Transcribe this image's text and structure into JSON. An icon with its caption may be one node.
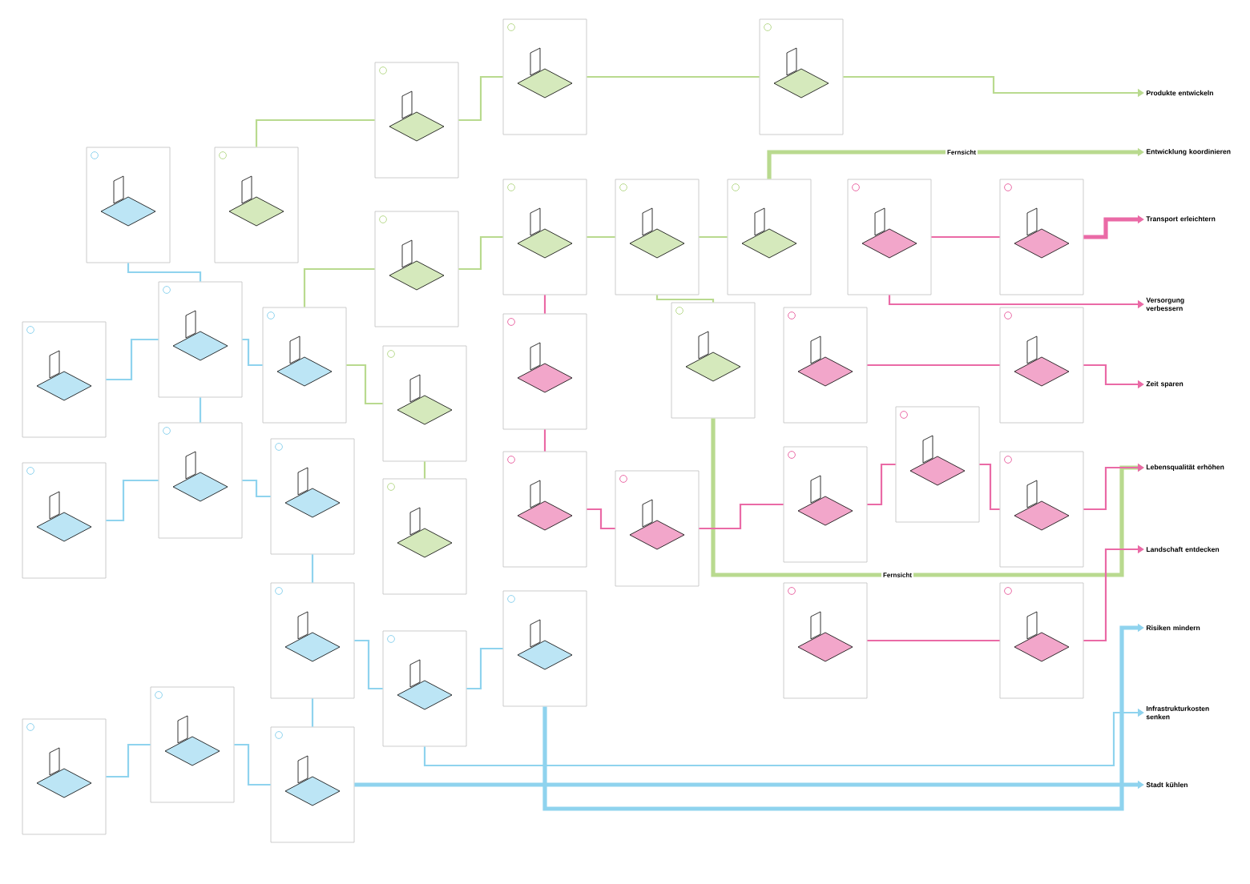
{
  "diagram": {
    "nodes": [
      {
        "text": [],
        "shape": "box"
      },
      {
        "text": [],
        "shape": "box"
      },
      {
        "text": [],
        "shape": "box"
      },
      {
        "text": [],
        "shape": "box"
      },
      {
        "text": [],
        "shape": "box"
      },
      {
        "text": [],
        "shape": "box"
      },
      {
        "text": [],
        "shape": "box"
      },
      {
        "text": [],
        "shape": "box"
      },
      {
        "text": [],
        "shape": "box"
      },
      {
        "text": [],
        "shape": "box"
      },
      {
        "text": [],
        "shape": "box"
      },
      {
        "text": [],
        "shape": "box"
      },
      {
        "text": [],
        "shape": "box"
      },
      {
        "text": [],
        "shape": "box"
      },
      {
        "text": [],
        "shape": "box"
      },
      {
        "text": [],
        "shape": "box"
      },
      {
        "text": [],
        "shape": "box"
      },
      {
        "text": [],
        "shape": "box"
      },
      {
        "text": [],
        "shape": "box"
      },
      {
        "text": [],
        "shape": "box"
      },
      {
        "text": [],
        "shape": "box"
      },
      {
        "text": [],
        "shape": "box"
      },
      {
        "text": [],
        "shape": "box"
      },
      {
        "text": [],
        "shape": "box"
      },
      {
        "text": [],
        "shape": "box"
      },
      {
        "text": [],
        "shape": "box"
      },
      {
        "text": [],
        "shape": "box"
      },
      {
        "text": [],
        "shape": "box"
      },
      {
        "text": [],
        "shape": "box"
      },
      {
        "text": [],
        "shape": "box"
      },
      {
        "text": [],
        "shape": "box"
      },
      {
        "text": [],
        "shape": "box"
      },
      {
        "text": [],
        "shape": "box"
      },
      {
        "text": [],
        "shape": "box"
      },
      {
        "text": [],
        "shape": "box"
      },
      {
        "text": [],
        "shape": "box"
      },
      {
        "text": [
          "Produkte entwickeln"
        ]
      },
      {
        "text": [
          "Entwicklung koordinieren"
        ]
      },
      {
        "text": [
          "Transport erleichtern"
        ]
      },
      {
        "text": [
          "Versorgung verbessern"
        ]
      },
      {
        "text": [
          "Zeit sparen"
        ]
      },
      {
        "text": [
          "Lebensqualität erhöhen"
        ]
      },
      {
        "text": [
          "Landschaft entdecken"
        ]
      },
      {
        "text": [
          "Risiken mindern"
        ]
      },
      {
        "text": [
          "Infrastrukturkosten senken"
        ]
      },
      {
        "text": [
          "Stadt kühlen"
        ]
      }
    ],
    "edges": [
      {
        "from": 33,
        "to": 34,
        "arrow": "none"
      },
      {
        "from": 34,
        "to": 35,
        "arrow": "none"
      },
      {
        "from": 35,
        "to": 28,
        "arrow": "none"
      },
      {
        "from": 28,
        "to": 29,
        "arrow": "none"
      },
      {
        "from": 29,
        "to": 30,
        "arrow": "none"
      },
      {
        "from": 19,
        "to": 20,
        "arrow": "none"
      },
      {
        "from": 11,
        "to": 12,
        "arrow": "none"
      },
      {
        "from": 0,
        "to": 12,
        "arrow": "none"
      },
      {
        "from": 12,
        "to": 20,
        "arrow": "none"
      },
      {
        "from": 20,
        "to": 21,
        "arrow": "none"
      },
      {
        "from": 21,
        "to": 28,
        "arrow": "none"
      },
      {
        "from": 30,
        "to": 43,
        "arrow": "to",
        "style": "thick"
      },
      {
        "from": 35,
        "to": 45,
        "arrow": "to",
        "style": "thick"
      },
      {
        "from": 29,
        "to": 44,
        "arrow": "to"
      },
      {
        "from": 12,
        "to": 13,
        "arrow": "none"
      },
      {
        "from": 1,
        "to": 2,
        "arrow": "none",
        "color": "#b9da8f"
      },
      {
        "from": 2,
        "to": 3,
        "arrow": "none",
        "color": "#b9da8f"
      },
      {
        "from": 3,
        "to": 4,
        "arrow": "none",
        "color": "#b9da8f"
      },
      {
        "from": 5,
        "to": 6,
        "arrow": "none",
        "color": "#b9da8f"
      },
      {
        "from": 6,
        "to": 7,
        "arrow": "none",
        "color": "#b9da8f"
      },
      {
        "from": 7,
        "to": 8,
        "arrow": "none",
        "color": "#b9da8f"
      },
      {
        "from": 13,
        "to": 14,
        "arrow": "none",
        "color": "#b9da8f"
      },
      {
        "from": 14,
        "to": 22,
        "arrow": "none",
        "color": "#b9da8f"
      },
      {
        "from": 4,
        "to": 36,
        "arrow": "to",
        "color": "#b9da8f"
      },
      {
        "from": 8,
        "to": 37,
        "arrow": "to",
        "color": "#b9da8f",
        "style": "thick"
      },
      {
        "from": 16,
        "to": 41,
        "arrow": "to",
        "color": "#b9da8f",
        "style": "thick"
      },
      {
        "from": 13,
        "to": 5,
        "arrow": "none",
        "color": "#b9da8f"
      },
      {
        "from": 7,
        "to": 16,
        "arrow": "none",
        "color": "#b9da8f"
      },
      {
        "from": 9,
        "to": 10,
        "arrow": "none",
        "color": "#ea6aa6"
      },
      {
        "from": 10,
        "to": 38,
        "arrow": "to",
        "color": "#ea6aa6",
        "style": "thick"
      },
      {
        "from": 9,
        "to": 39,
        "arrow": "to",
        "color": "#ea6aa6"
      },
      {
        "from": 17,
        "to": 18,
        "arrow": "none",
        "color": "#ea6aa6"
      },
      {
        "from": 18,
        "to": 40,
        "arrow": "to",
        "color": "#ea6aa6"
      },
      {
        "from": 15,
        "to": 23,
        "arrow": "none",
        "color": "#ea6aa6"
      },
      {
        "from": 23,
        "to": 24,
        "arrow": "none",
        "color": "#ea6aa6"
      },
      {
        "from": 24,
        "to": 25,
        "arrow": "none",
        "color": "#ea6aa6"
      },
      {
        "from": 25,
        "to": 26,
        "arrow": "none",
        "color": "#ea6aa6"
      },
      {
        "from": 26,
        "to": 27,
        "arrow": "none",
        "color": "#ea6aa6"
      },
      {
        "from": 27,
        "to": 41,
        "arrow": "to",
        "color": "#ea6aa6"
      },
      {
        "from": 31,
        "to": 32,
        "arrow": "none",
        "color": "#ea6aa6"
      },
      {
        "from": 32,
        "to": 42,
        "arrow": "to",
        "color": "#ea6aa6"
      },
      {
        "from": 6,
        "to": 15,
        "arrow": "none",
        "color": "#ea6aa6"
      }
    ],
    "labels": [
      "Fernsicht",
      "Fernsicht"
    ]
  }
}
